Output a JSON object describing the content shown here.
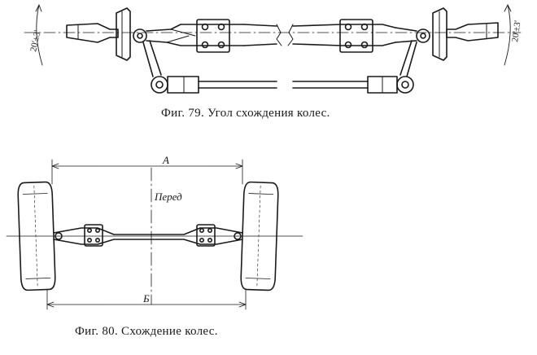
{
  "figure79": {
    "caption": "Фиг. 79. Угол схождения колес.",
    "angle_left": "20'±3'",
    "angle_right": "20'±3'"
  },
  "figure80": {
    "caption": "Фиг. 80. Схождение колес.",
    "dim_front": "А",
    "dim_rear": "Б",
    "front_label": "Перед"
  }
}
